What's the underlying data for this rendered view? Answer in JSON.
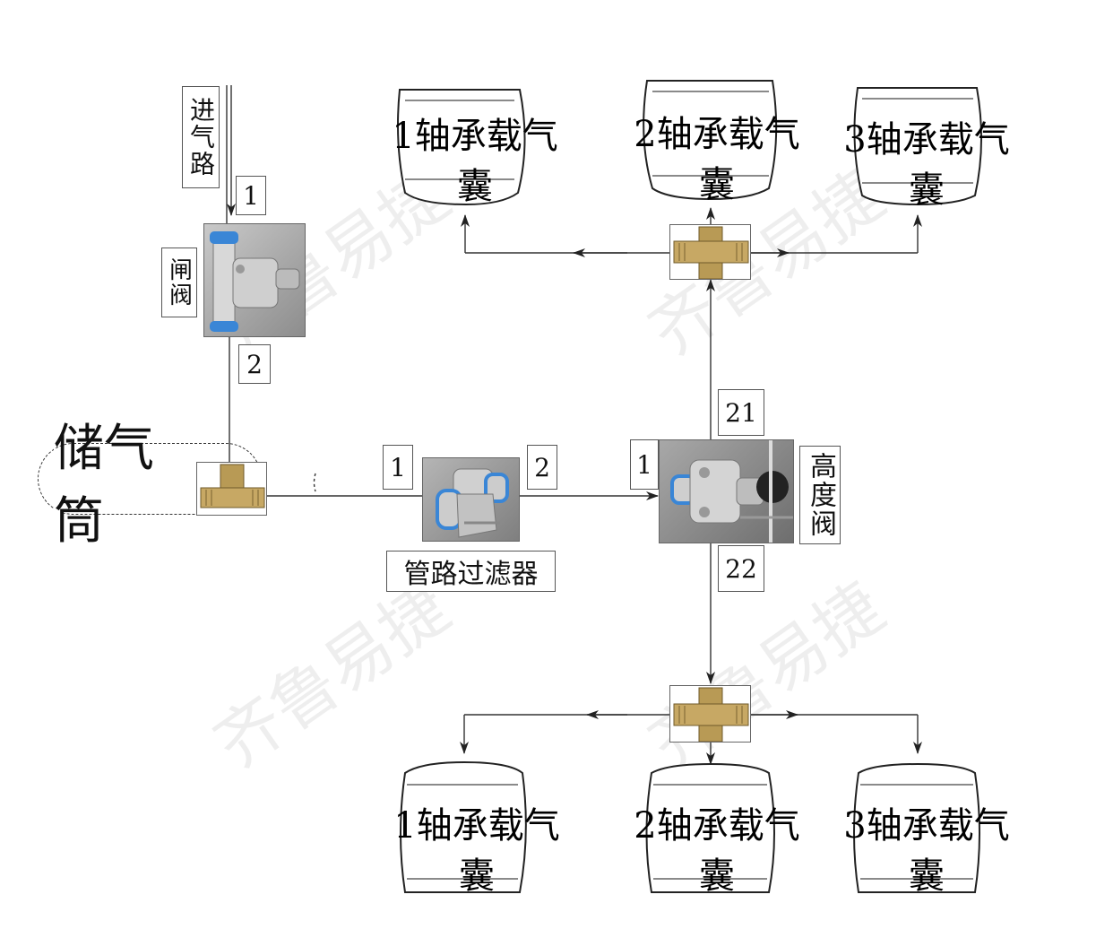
{
  "diagram": {
    "inlet_label": "进气路",
    "gate_valve_label": "闸阀",
    "tank_label": "储气筒",
    "filter_label": "管路过滤器",
    "height_valve_label": "高度阀",
    "ports": {
      "gate_in": "1",
      "gate_out": "2",
      "filter_in": "1",
      "filter_out": "2",
      "hv_in": "1",
      "hv_up": "21",
      "hv_down": "22"
    },
    "airbags_top": [
      "1轴承载气囊",
      "2轴承载气囊",
      "3轴承载气囊"
    ],
    "airbags_bottom": [
      "1轴承载气囊",
      "2轴承载气囊",
      "3轴承载气囊"
    ],
    "watermark": "齐鲁易捷"
  }
}
